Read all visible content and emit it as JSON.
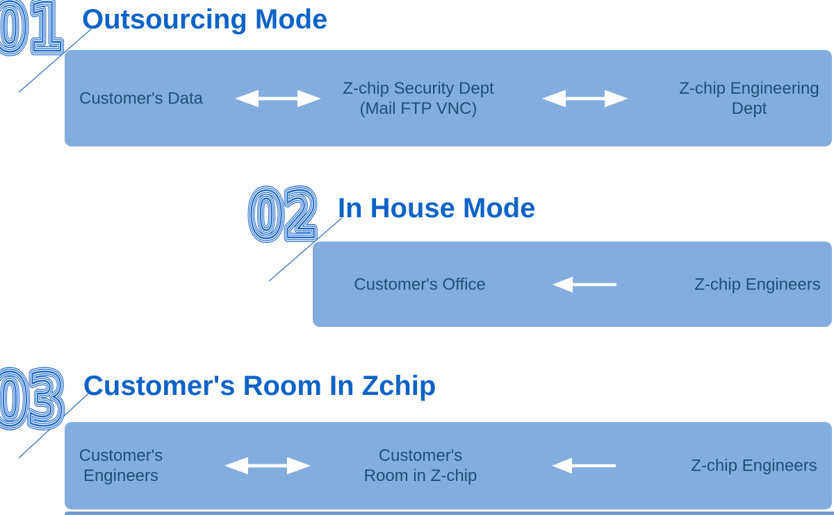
{
  "colors": {
    "banner-bg": "#83ADDE",
    "banner-text": "#1F4E79",
    "title-blue": "#0C63C7",
    "number-blue": "#1E68CA",
    "line-blue": "#3C79C5",
    "arrow-white": "#FFFFFF",
    "cropped-bar": "#6E9CD4"
  },
  "sections": [
    {
      "number": "01",
      "title": "Outsourcing Mode",
      "labels": {
        "left": [
          "Customer's Data"
        ],
        "middle": [
          "Z-chip Security Dept",
          "(Mail FTP VNC)"
        ],
        "right": [
          "Z-chip Engineering",
          "Dept"
        ]
      },
      "arrows": [
        "double-arrow",
        "double-arrow"
      ]
    },
    {
      "number": "02",
      "title": "In House Mode",
      "labels": {
        "left": [
          "Customer's Office"
        ],
        "right": [
          "Z-chip Engineers"
        ]
      },
      "arrows": [
        "left-arrow"
      ]
    },
    {
      "number": "03",
      "title": "Customer's Room In Zchip",
      "labels": {
        "left": [
          "Customer's",
          "Engineers"
        ],
        "middle": [
          "Customer's",
          "Room in Z-chip"
        ],
        "right": [
          "Z-chip Engineers"
        ]
      },
      "arrows": [
        "double-arrow",
        "left-arrow"
      ]
    }
  ]
}
